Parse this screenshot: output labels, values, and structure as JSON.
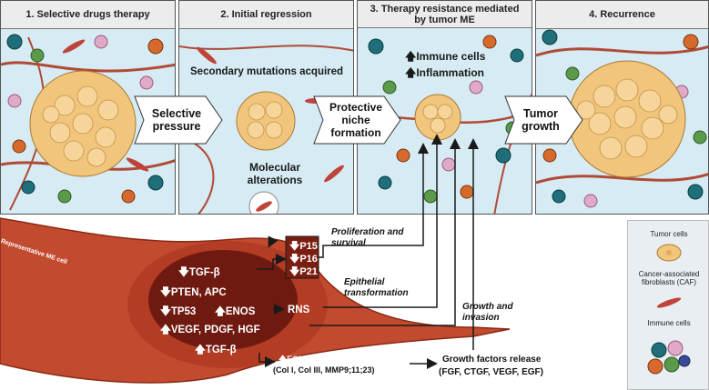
{
  "panels": [
    {
      "title": "1. Selective drugs therapy"
    },
    {
      "title": "2. Initial regression"
    },
    {
      "title": "3. Therapy resistance mediated by tumor ME"
    },
    {
      "title": "4. Recurrence"
    }
  ],
  "panel2": {
    "secondary": "Secondary mutations acquired",
    "molecular": "Molecular alterations"
  },
  "panel3": {
    "immune": "Immune cells",
    "inflammation": "Inflammation"
  },
  "transitions": [
    "Selective pressure",
    "Protective niche formation",
    "Tumor growth"
  ],
  "cell": {
    "label": "Representative ME cell",
    "tgfb1": "TGF-β",
    "pten": "PTEN, APC",
    "tp53": "TP53",
    "enos": "ENOS",
    "rns": "RNS",
    "vegf": "VEGF, PDGF, HGF",
    "tgfb2": "TGF-β",
    "ecm1": "ECM-related genes",
    "ecm2": "(Col I, Col III, MMP9;11;23)",
    "p15": "P15",
    "p16": "P16",
    "p21": "P21"
  },
  "effects": {
    "prolif": "Proliferation and survival",
    "epith": "Epithelial transformation",
    "growth_inv": "Growth and invasion",
    "gf1": "Growth factors release",
    "gf2": "(FGF, CTGF, VEGF, EGF)"
  },
  "legend": {
    "tumor": "Tumor cells",
    "caf": "Cancer-associated fibroblasts (CAF)",
    "immune": "Immune cells"
  },
  "colors": {
    "stroma_bg": "#d6ebf3",
    "tumor": "#f2c57c",
    "cell_body": "#c24a2e",
    "cell_dark": "#6f1a10",
    "arrow": "#1a1a1a"
  },
  "icons": [
    "up-arrow-icon",
    "down-arrow-icon"
  ]
}
